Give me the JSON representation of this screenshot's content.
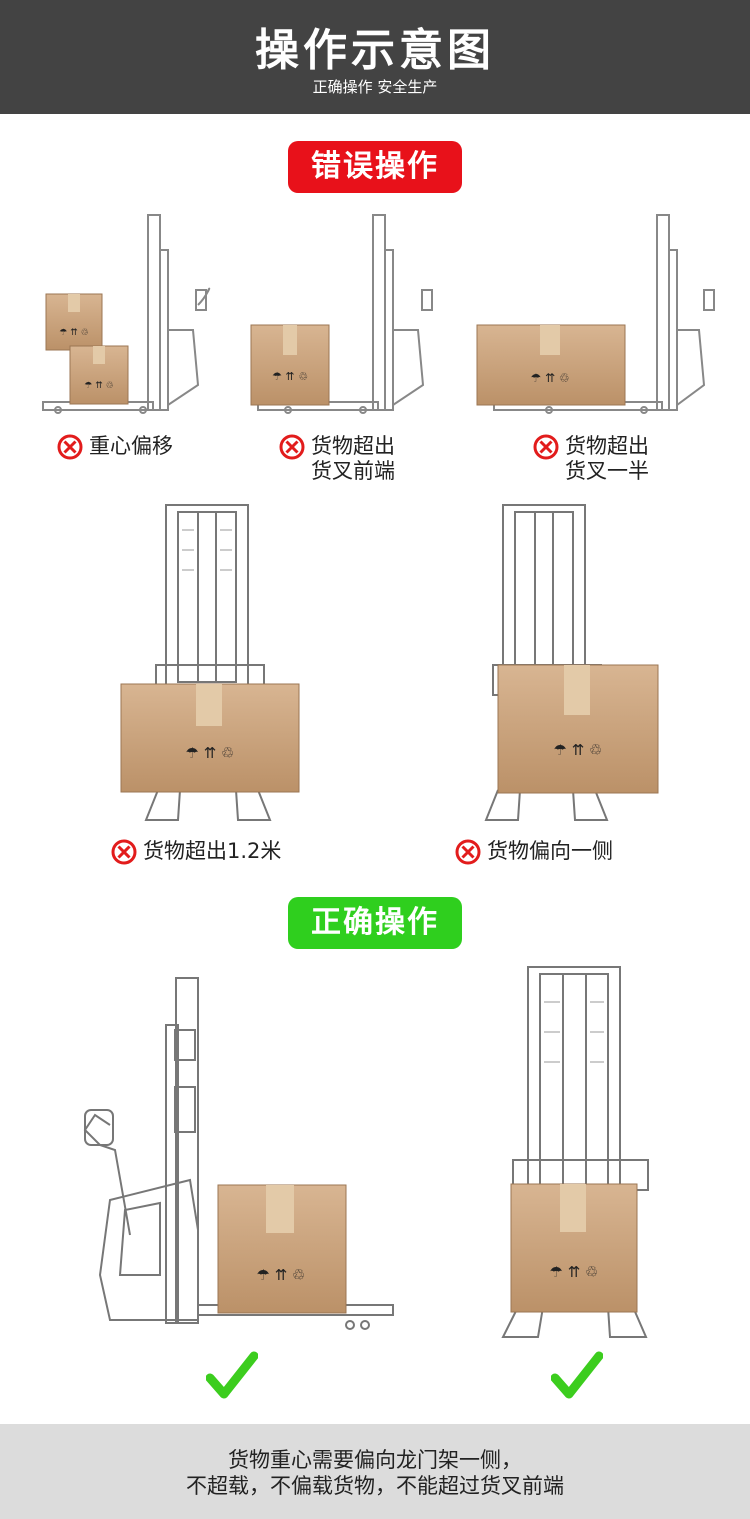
{
  "header": {
    "title": "操作示意图",
    "subtitle": "正确操作 安全生产"
  },
  "wrong_section": {
    "label": "错误操作",
    "items": [
      {
        "lines": [
          "重心偏移"
        ]
      },
      {
        "lines": [
          "货物超出",
          "货叉前端"
        ]
      },
      {
        "lines": [
          "货物超出",
          "货叉一半"
        ]
      },
      {
        "lines": [
          "货物超出1.2米"
        ]
      },
      {
        "lines": [
          "货物偏向一侧"
        ]
      }
    ]
  },
  "right_section": {
    "label": "正确操作"
  },
  "footer": {
    "line1": "货物重心需要偏向龙门架一侧，",
    "line2": "不超载，不偏载货物，不能超过货叉前端"
  },
  "colors": {
    "header_bg": "#434343",
    "wrong_badge": "#e8111a",
    "right_badge": "#2fcf1e",
    "check": "#3ccd1e",
    "box": "#c9a27c",
    "footer_bg": "#dcdcdc"
  }
}
